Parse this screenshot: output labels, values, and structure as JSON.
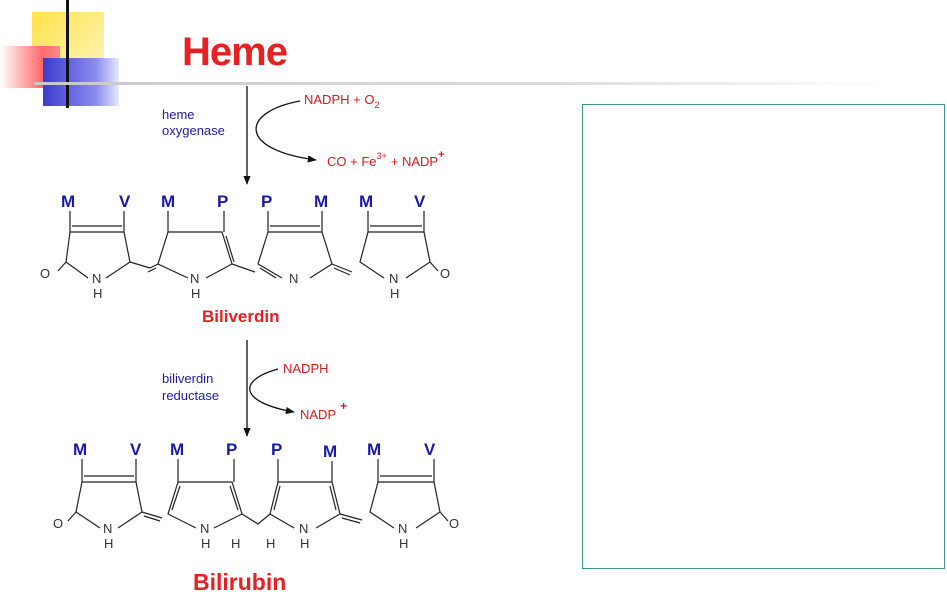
{
  "title": "Heme",
  "step1": {
    "enzyme_line1": "heme",
    "enzyme_line2": "oxygenase",
    "cofactor_in": "NADPH + O",
    "cofactor_in_sub": "2",
    "products_a": "CO  + Fe",
    "products_sup": "3+",
    "products_b": "+ NADP",
    "products_sup2": "+"
  },
  "biliverdin": {
    "name": "Biliverdin",
    "substituents": [
      "M",
      "V",
      "M",
      "P",
      "P",
      "M",
      "M",
      "V"
    ],
    "atoms": [
      "O",
      "N",
      "H",
      "N",
      "H",
      "N",
      "N",
      "H",
      "O"
    ]
  },
  "step2": {
    "enzyme_line1": "biliverdin",
    "enzyme_line2": "reductase",
    "cofactor_in": "NADPH",
    "cofactor_out": "NADP",
    "cofactor_out_sup": "+"
  },
  "bilirubin": {
    "name": "Bilirubin",
    "substituents": [
      "M",
      "V",
      "M",
      "P",
      "P",
      "M",
      "M",
      "V"
    ],
    "atoms": [
      "O",
      "N",
      "H",
      "N",
      "H",
      "H",
      "H",
      "N",
      "H",
      "N",
      "H",
      "O"
    ]
  },
  "colors": {
    "title": "#e82020",
    "substituent": "#1a1aa8",
    "cofactor": "#d81c1c",
    "box_border": "#3a9a7a"
  }
}
